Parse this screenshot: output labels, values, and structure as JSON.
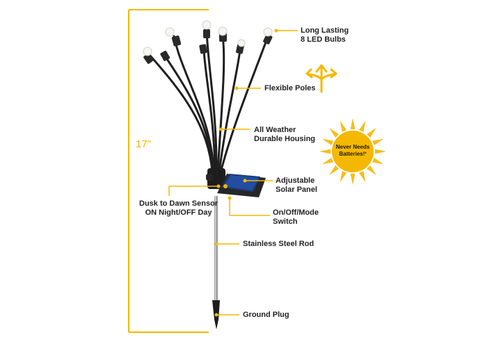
{
  "accent_color": "#f5b800",
  "height_label": "17\"",
  "callouts": {
    "bulbs_line1": "Long Lasting",
    "bulbs_line2": "8 LED Bulbs",
    "poles": "Flexible Poles",
    "housing_line1": "All Weather",
    "housing_line2": "Durable Housing",
    "panel_line1": "Adjustable",
    "panel_line2": "Solar Panel",
    "sensor_line1": "Dusk to Dawn Sensor",
    "sensor_line2": "ON Night/OFF Day",
    "switch_line1": "On/Off/Mode",
    "switch_line2": "Switch",
    "rod": "Stainless Steel Rod",
    "plug": "Ground Plug"
  },
  "badge": {
    "line1": "Never Needs",
    "line2": "Batteries!",
    "mark": "*"
  },
  "icons": [
    "three-way-arrows-icon",
    "sun-badge-icon"
  ]
}
